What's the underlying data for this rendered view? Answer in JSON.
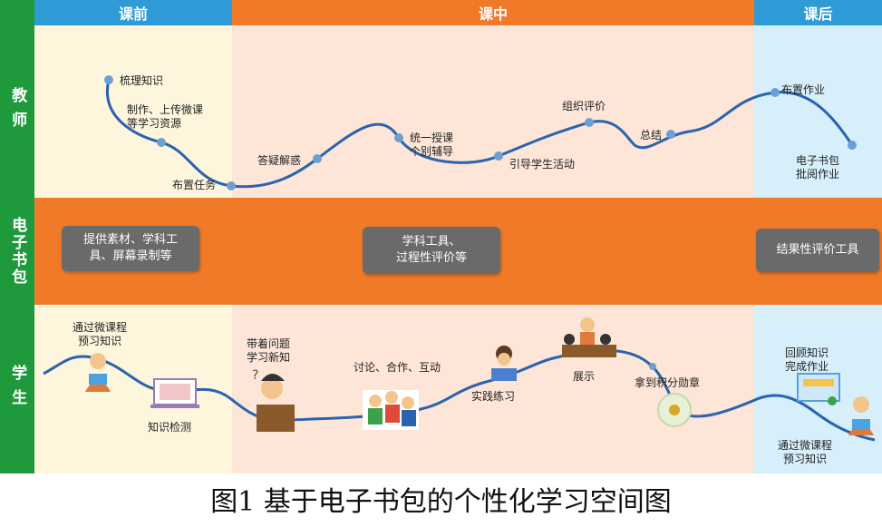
{
  "headers": {
    "pre": "课前",
    "mid": "课中",
    "post": "课后"
  },
  "rows": {
    "teacher": "教师",
    "ebook": "电子书包",
    "student": "学生"
  },
  "teacher_steps": {
    "s1": "梳理知识",
    "s2": "制作、上传微课\n等学习资源",
    "s3": "布置任务",
    "s4": "答疑解惑",
    "s5": "统一授课\n个别辅导",
    "s6": "引导学生活动",
    "s7": "组织评价",
    "s8": "总结",
    "s9": "布置作业",
    "s10": "电子书包\n批阅作业"
  },
  "ebook_tools": {
    "pre": "提供素材、学科工\n具、屏幕录制等",
    "mid": "学科工具、\n过程性评价等",
    "post": "结果性评价工具"
  },
  "student_steps": {
    "s1": "通过微课程\n预习知识",
    "s2": "知识检测",
    "s3": "带着问题\n学习新知",
    "s4": "讨论、合作、互动",
    "s5": "实践练习",
    "s6": "展示",
    "s7": "拿到积分勋章",
    "s8": "回顾知识\n完成作业",
    "s9": "通过微课程\n预习知识"
  },
  "caption": "图1  基于电子书包的个性化学习空间图",
  "colors": {
    "green": "#1e9a3c",
    "orange": "#f07a28",
    "blue": "#2e9bd6",
    "pre_bg": "#fdf6dc",
    "mid_bg": "#fde6d8",
    "post_bg": "#d6effa",
    "curve": "#2b63ad",
    "dot": "#6c9fd4",
    "tool_bg": "#6a6a6a"
  }
}
